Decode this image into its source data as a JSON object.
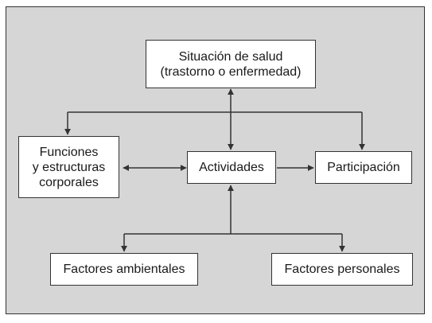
{
  "diagram": {
    "nodes": {
      "health_condition": {
        "line1": "Situación de salud",
        "line2": "(trastorno o enfermedad)"
      },
      "body_functions": {
        "line1": "Funciones",
        "line2": "y estructuras",
        "line3": "corporales"
      },
      "activities": {
        "label": "Actividades"
      },
      "participation": {
        "label": "Participación"
      },
      "environmental_factors": {
        "label": "Factores ambientales"
      },
      "personal_factors": {
        "label": "Factores personales"
      }
    },
    "colors": {
      "background": "#d6d6d6",
      "box_fill": "#ffffff",
      "line": "#333333"
    }
  }
}
